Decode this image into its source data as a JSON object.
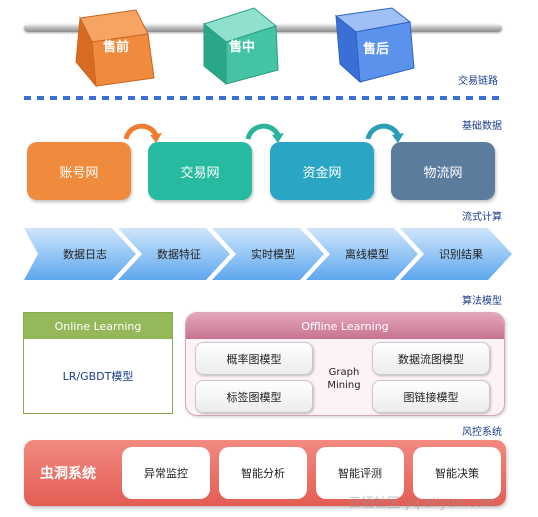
{
  "transaction_chain": {
    "stages": [
      "售前",
      "售中",
      "售后"
    ],
    "label": "交易链路",
    "colors": [
      "#f08a3c",
      "#3bbf9f",
      "#4f86e8"
    ]
  },
  "base_data": {
    "label": "基础数据",
    "networks": [
      "账号网",
      "交易网",
      "资金网",
      "物流网"
    ],
    "colors": [
      "#f08a3c",
      "#26bba0",
      "#2aa5c4",
      "#5c7c9e"
    ]
  },
  "stream_computing": {
    "label": "流式计算",
    "steps": [
      "数据日志",
      "数据特征",
      "实时模型",
      "离线模型",
      "识别结果"
    ]
  },
  "algorithm_models": {
    "label": "算法模型",
    "online": {
      "title": "Online Learning",
      "model": "LR/GBDT模型"
    },
    "offline": {
      "title": "Offline Learning",
      "models": [
        "概率图模型",
        "数据流图模型",
        "标签图模型",
        "图链接模型"
      ],
      "center_line1": "Graph",
      "center_line2": "Mining"
    }
  },
  "risk_control": {
    "label": "风控系统",
    "title": "虫洞系统",
    "items": [
      "异常监控",
      "智能分析",
      "智能评测",
      "智能决策"
    ]
  },
  "watermark": "云栖社区 yq.aliyun.com"
}
